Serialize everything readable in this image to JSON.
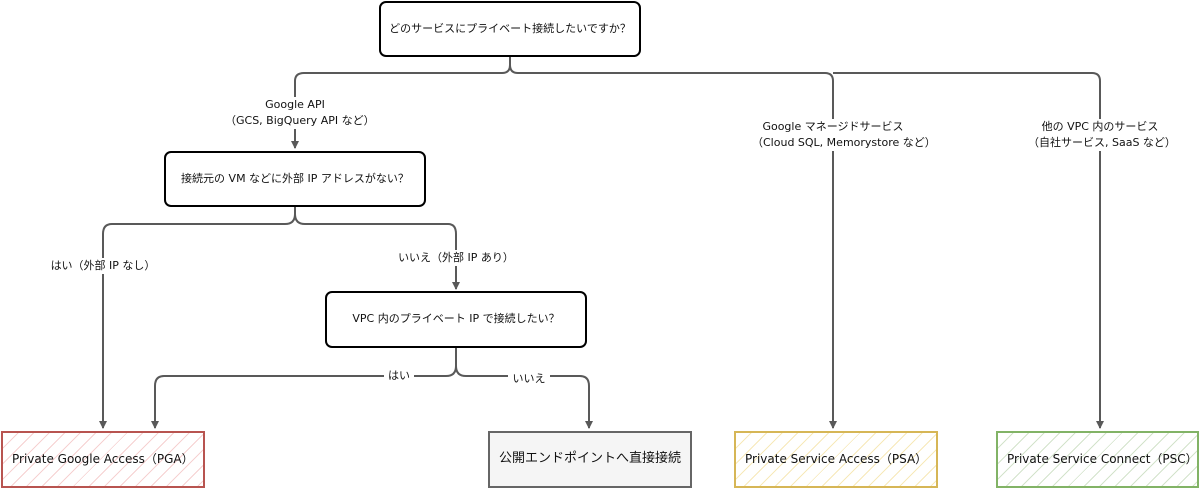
{
  "nodes": {
    "q_service": "どのサービスにプライベート接続したいですか？",
    "q_external_ip": "接続元の VM などに外部 IP アドレスがない？",
    "q_vpc_private": "VPC 内のプライベート IP で接続したい？",
    "pga": "Private Google Access（PGA）",
    "public_endpoint": "公開エンドポイントへ直接接続",
    "psa": "Private Service Access（PSA）",
    "psc": "Private Service Connect（PSC）"
  },
  "edges": {
    "google_api": {
      "line1": "Google API",
      "line2": "（GCS, BigQuery API など）"
    },
    "managed_service": {
      "line1": "Google マネージドサービス",
      "line2": "（Cloud SQL, Memorystore など）"
    },
    "other_vpc": {
      "line1": "他の VPC 内のサービス",
      "line2": "（自社サービス, SaaS など）"
    },
    "no_external_ip": "はい（外部 IP なし）",
    "has_external_ip": "いいえ（外部 IP あり）",
    "vpc_yes": "はい",
    "vpc_no": "いいえ"
  },
  "colors": {
    "edge": "#595959",
    "pga_border": "#b85450",
    "public_border": "#666666",
    "psa_border": "#d6b656",
    "psc_border": "#82b366"
  }
}
